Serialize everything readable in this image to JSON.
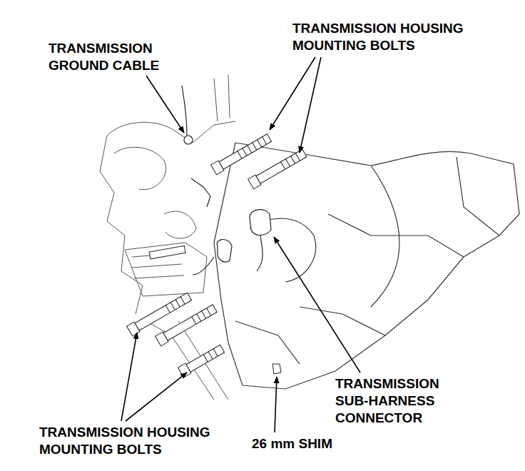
{
  "diagram": {
    "labels": [
      "TRANSMISSION GROUND CABLE",
      "TRANSMISSION HOUSING MOUNTING BOLTS",
      "TRANSMISSION SUB-HARNESS CONNECTOR",
      "TRANSMISSION HOUSING MOUNTING BOLTS",
      "26 mm SHIM"
    ]
  }
}
